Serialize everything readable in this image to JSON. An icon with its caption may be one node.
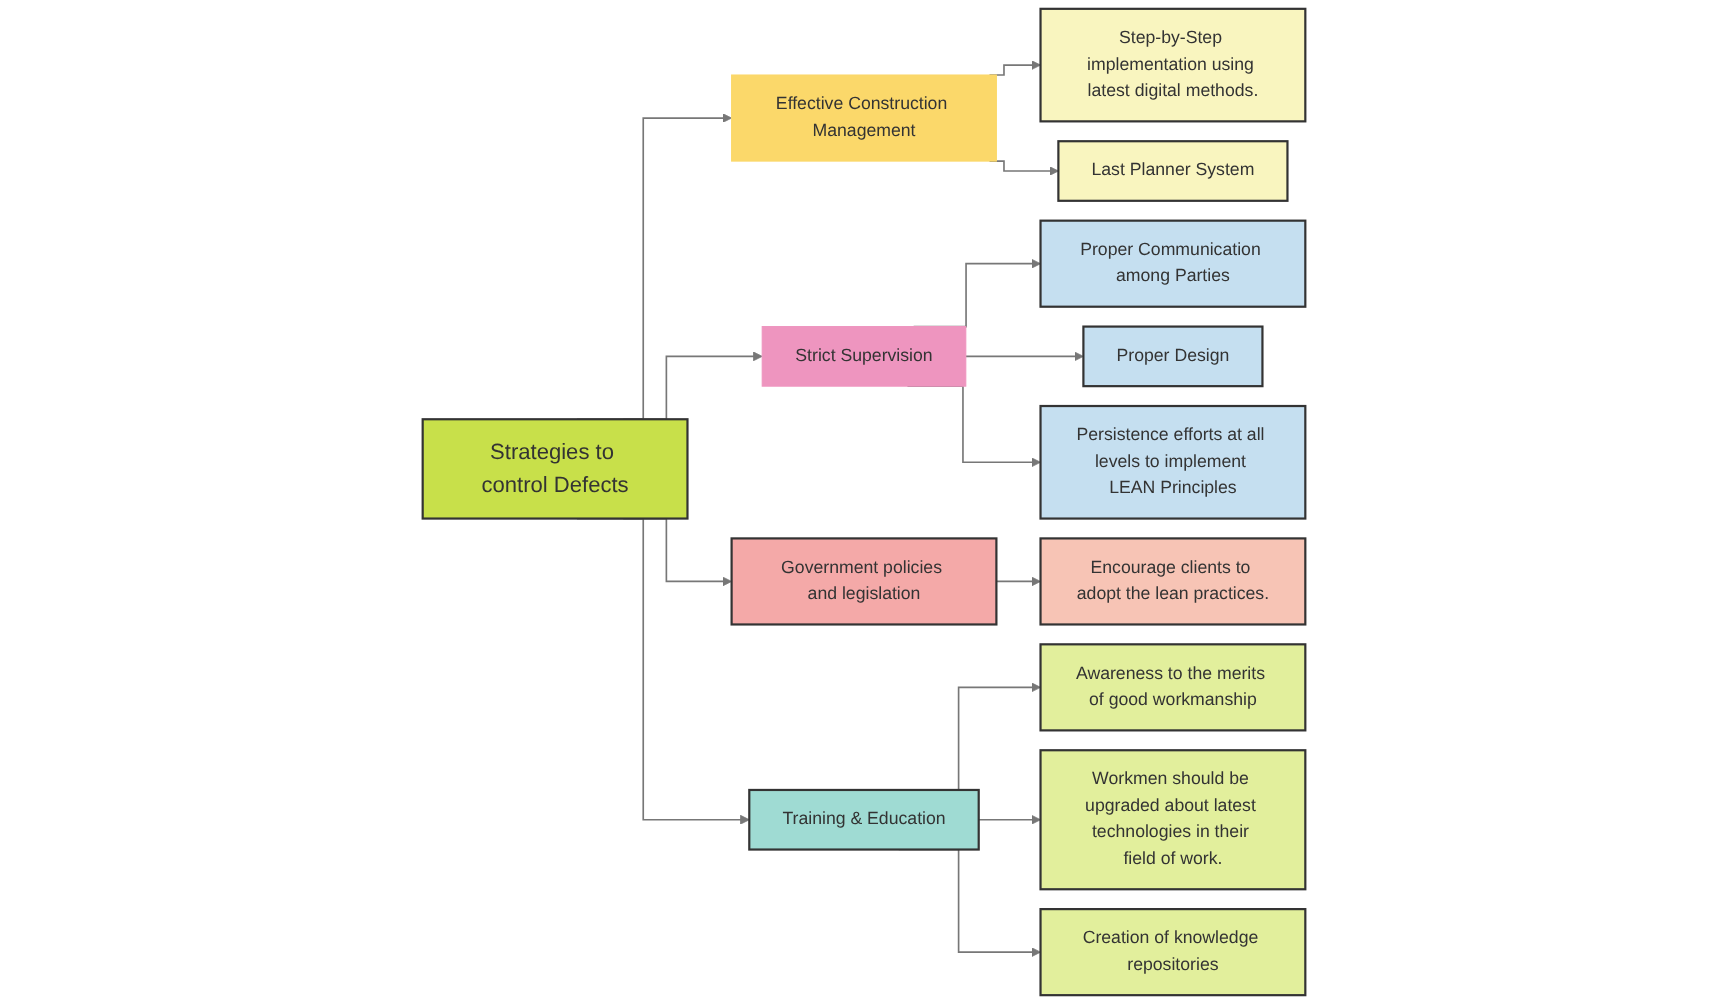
{
  "diagram": {
    "nodes": [
      {
        "text": [
          "Step-by-Step implementation using latest digital methods."
        ]
      },
      {
        "text": [
          "Effective Construction Management"
        ]
      },
      {
        "text": [
          "Proper Communication among Parties"
        ]
      },
      {
        "text": [
          "Strict Supervision"
        ]
      },
      {
        "text": [
          "Proper Design"
        ]
      },
      {
        "text": [
          "Last Planner System"
        ]
      },
      {
        "text": [
          "Strategies to control Defects"
        ]
      },
      {
        "text": [
          "Persistence efforts at all levels to implement LEAN Principles"
        ]
      },
      {
        "text": [
          "Awareness to the merits of good workmanship"
        ]
      },
      {
        "text": [
          "Government policies and legislation"
        ]
      },
      {
        "text": [
          "Encourage clients to adopt the lean practices."
        ]
      },
      {
        "text": [
          "Workmen should be upgraded about latest technologies in their field of work."
        ]
      },
      {
        "text": [
          "Training & Education"
        ]
      },
      {
        "text": [
          "Creation of knowledge repositories"
        ]
      }
    ],
    "edges": [
      {
        "from": 6,
        "to": 1,
        "arrow": "to"
      },
      {
        "from": 1,
        "to": 0,
        "arrow": "to"
      },
      {
        "from": 1,
        "to": 5,
        "arrow": "to"
      },
      {
        "from": 6,
        "to": 3,
        "arrow": "to"
      },
      {
        "from": 3,
        "to": 2,
        "arrow": "to"
      },
      {
        "from": 3,
        "to": 4,
        "arrow": "to"
      },
      {
        "from": 3,
        "to": 7,
        "arrow": "to"
      },
      {
        "from": 6,
        "to": 9,
        "arrow": "to"
      },
      {
        "from": 9,
        "to": 10,
        "arrow": "to"
      },
      {
        "from": 6,
        "to": 12,
        "arrow": "to"
      },
      {
        "from": 12,
        "to": 8,
        "arrow": "to"
      },
      {
        "from": 12,
        "to": 11,
        "arrow": "to"
      },
      {
        "from": 12,
        "to": 13,
        "arrow": "to"
      }
    ]
  }
}
